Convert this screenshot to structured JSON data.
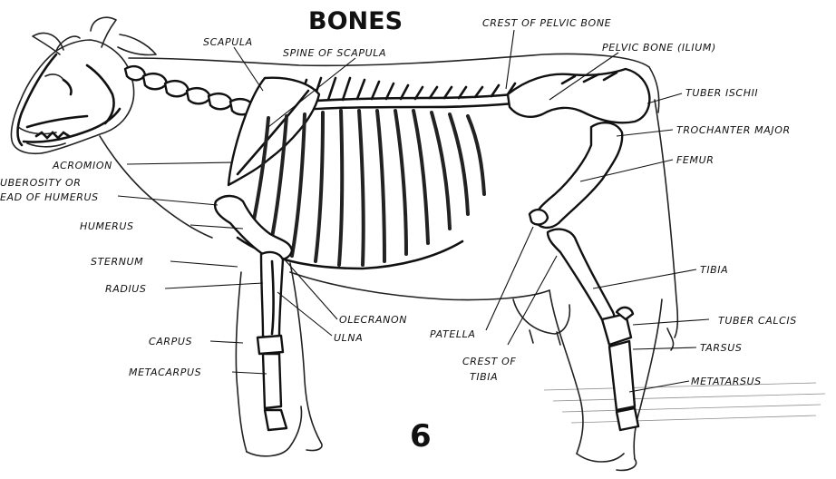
{
  "title": "BONES",
  "page_number": "6",
  "labels": {
    "scapula": "SCAPULA",
    "spine_of_scapula": "SPINE OF SCAPULA",
    "crest_of_pelvic_bone": "CREST OF PELVIC BONE",
    "pelvic_bone": "PELVIC BONE (ILIUM)",
    "tuber_ischii": "TUBER ISCHII",
    "trochanter_major": "TROCHANTER MAJOR",
    "acromion": "ACROMION",
    "tuberosity_or": "UBEROSITY OR",
    "head_of_humerus": "EAD OF HUMERUS",
    "humerus": "HUMERUS",
    "femur": "FEMUR",
    "sternum": "STERNUM",
    "radius": "RADIUS",
    "tibia": "TIBIA",
    "olecranon": "OLECRANON",
    "ulna": "ULNA",
    "patella": "PATELLA",
    "crest_of": "CREST OF",
    "tibia_2": "TIBIA",
    "tuber_calcis": "TUBER CALCIS",
    "tarsus": "TARSUS",
    "carpus": "CARPUS",
    "metacarpus": "METACARPUS",
    "metatarsus": "METATARSUS"
  }
}
